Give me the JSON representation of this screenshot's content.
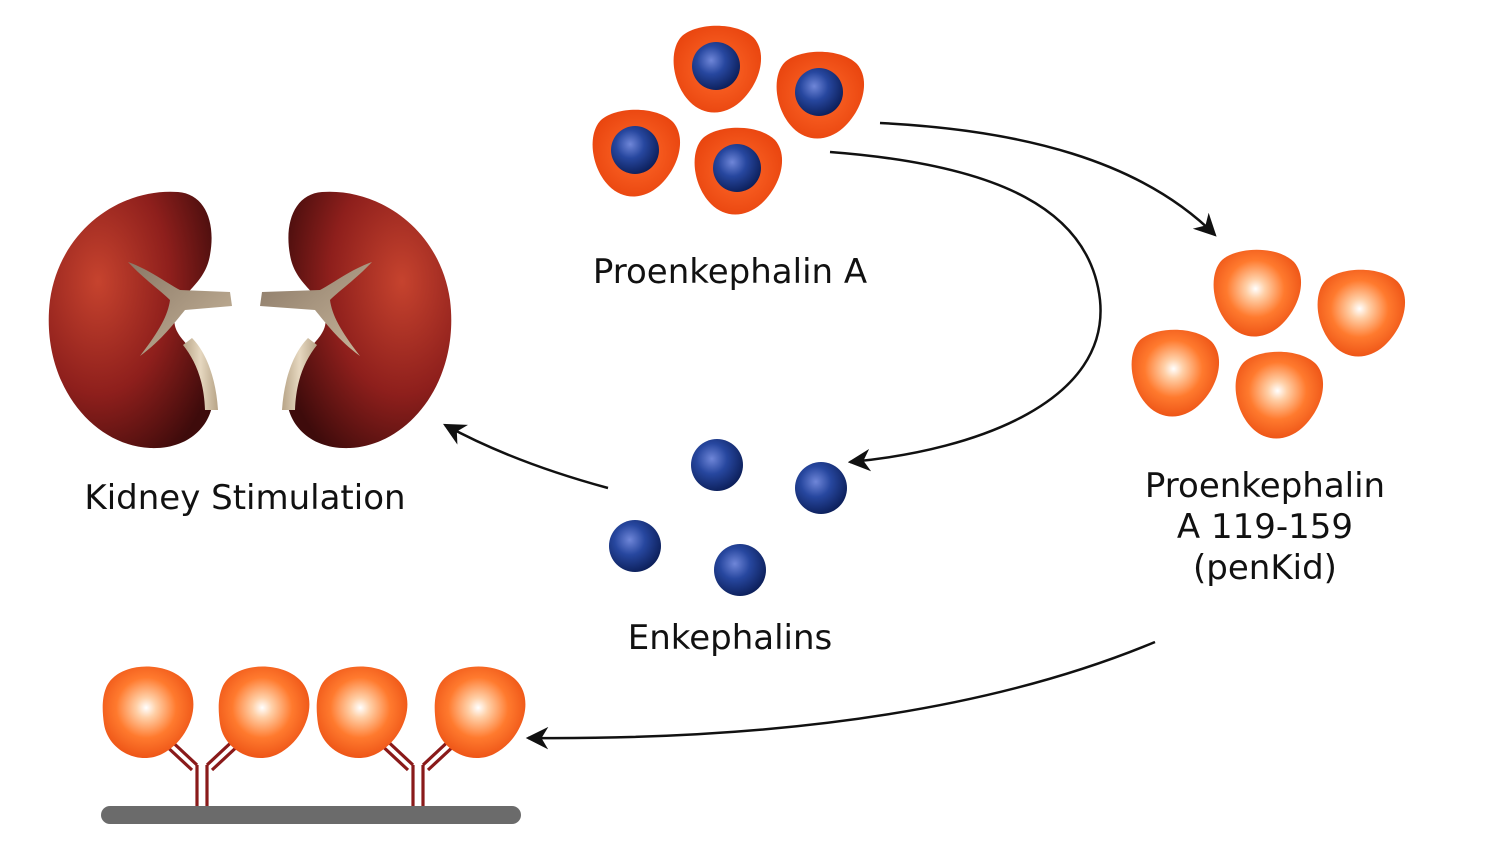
{
  "labels": {
    "proenkephalin_a": "Proenkephalin A",
    "kidney_stimulation": "Kidney Stimulation",
    "enkephalins": "Enkephalins",
    "penkid_line1": "Proenkephalin",
    "penkid_line2": "A 119-159",
    "penkid_line3": "(penKid)"
  },
  "colors": {
    "peptide_orange": "#f05a1e",
    "enkephalin_blue": "#1f3f91",
    "kidney_red": "#8b1e1e",
    "antibody_red": "#8a1a1a",
    "surface_gray": "#6b6b6b",
    "arrow": "#111111"
  }
}
